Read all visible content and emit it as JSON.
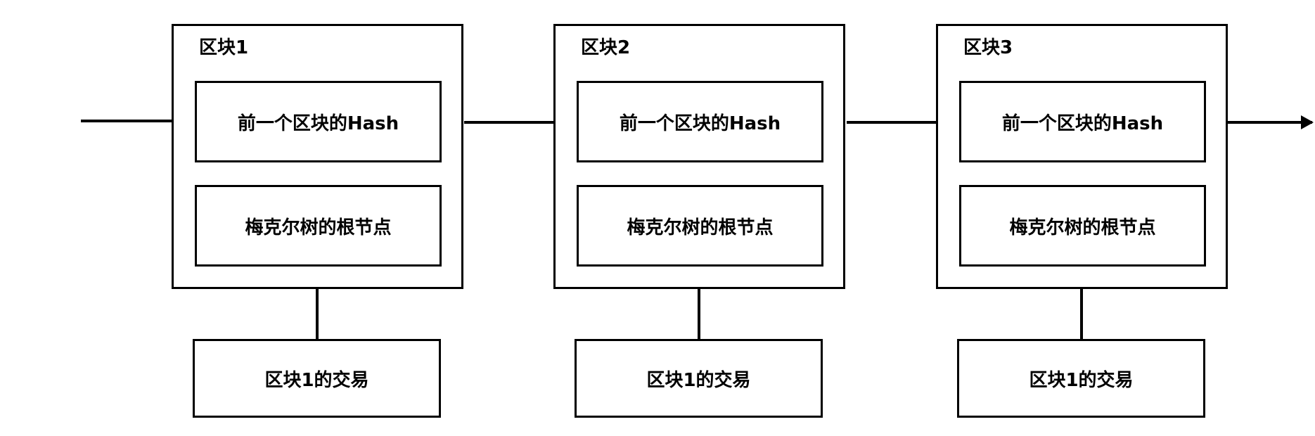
{
  "blocks": [
    {
      "title": "区块1",
      "prev_hash": "前一个区块的Hash",
      "merkle_root": "梅克尔树的根节点",
      "transactions": "区块1的交易"
    },
    {
      "title": "区块2",
      "prev_hash": "前一个区块的Hash",
      "merkle_root": "梅克尔树的根节点",
      "transactions": "区块1的交易"
    },
    {
      "title": "区块3",
      "prev_hash": "前一个区块的Hash",
      "merkle_root": "梅克尔树的根节点",
      "transactions": "区块1的交易"
    }
  ],
  "colors": {
    "stroke": "#000000",
    "background": "#ffffff"
  }
}
